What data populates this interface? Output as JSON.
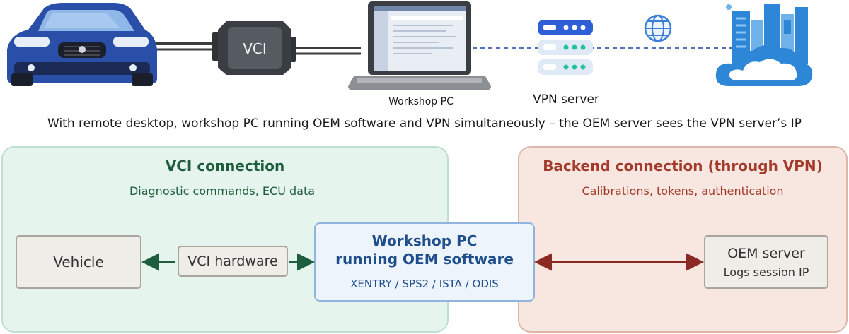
{
  "top": {
    "vci_label": "VCI",
    "workshop_pc_label": "Workshop PC",
    "vpn_server_label": "VPN server",
    "caption": "With remote desktop, workshop PC running OEM software and VPN simultaneously – the OEM server sees the VPN server’s IP"
  },
  "vci_panel": {
    "title": "VCI connection",
    "subtitle": "Diagnostic commands, ECU data",
    "vehicle_label": "Vehicle",
    "hardware_label": "VCI hardware"
  },
  "backend_panel": {
    "title": "Backend connection (through VPN)",
    "subtitle": "Calibrations, tokens, authentication",
    "server_title": "OEM server",
    "server_note": "Logs session IP"
  },
  "pc_box": {
    "line1": "Workshop PC",
    "line2": "running OEM software",
    "software": "XENTRY / SPS2 / ISTA / ODIS"
  },
  "colors": {
    "green_title": "#1e5e3e",
    "red_title": "#a33a2a",
    "pc_title": "#1f4e8c",
    "car_blue": "#2a4fa8",
    "cloud_blue": "#2e86d6"
  },
  "icons": [
    "car-icon",
    "vci-device-icon",
    "laptop-icon",
    "vpn-server-icon",
    "globe-icon",
    "cloud-buildings-icon"
  ]
}
